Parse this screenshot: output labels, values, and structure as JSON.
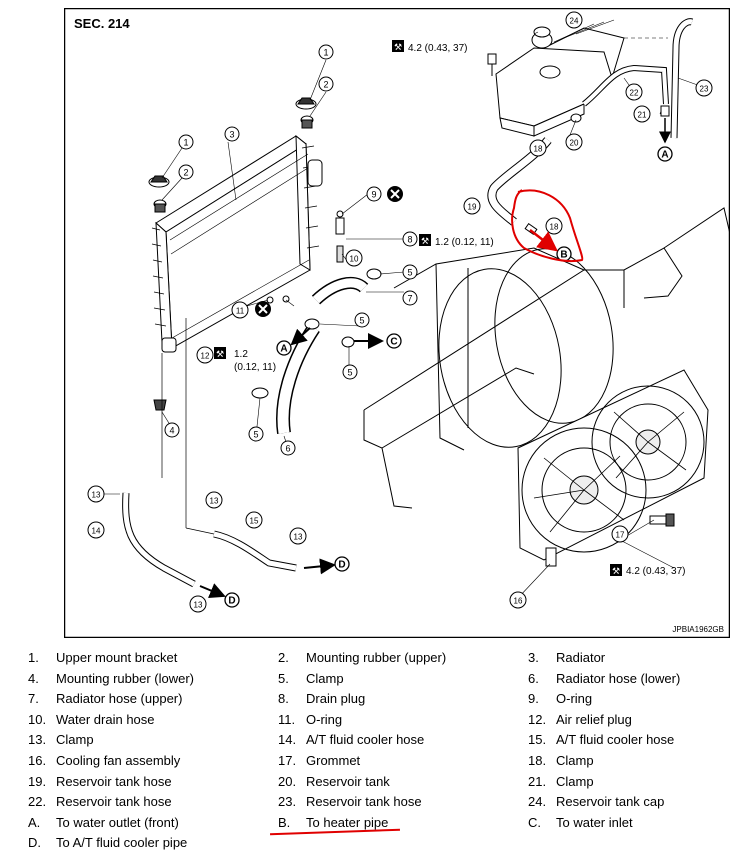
{
  "diagram": {
    "section": "SEC. 214",
    "figure_id": "JPBIA1962GB",
    "torques": {
      "cap_bolt": "4.2 (0.43, 37)",
      "drain_plug": "1.2 (0.12, 11)",
      "radiator_plug_value": "1.2",
      "radiator_plug_units": "(0.12, 11)",
      "fan_bolt": "4.2 (0.43, 37)"
    },
    "letter_markers": [
      "A",
      "B",
      "C",
      "D"
    ],
    "no_reuse_symbol": "no-reuse-icon",
    "torque_symbol": "torque-wrench-icon",
    "annotation_color": "#e00000"
  },
  "legend": {
    "rows": [
      [
        {
          "num": "1.",
          "text": "Upper mount bracket"
        },
        {
          "num": "2.",
          "text": "Mounting rubber (upper)"
        },
        {
          "num": "3.",
          "text": "Radiator"
        }
      ],
      [
        {
          "num": "4.",
          "text": "Mounting rubber (lower)"
        },
        {
          "num": "5.",
          "text": "Clamp"
        },
        {
          "num": "6.",
          "text": "Radiator hose (lower)"
        }
      ],
      [
        {
          "num": "7.",
          "text": "Radiator hose (upper)"
        },
        {
          "num": "8.",
          "text": "Drain plug"
        },
        {
          "num": "9.",
          "text": "O-ring"
        }
      ],
      [
        {
          "num": "10.",
          "text": "Water drain hose"
        },
        {
          "num": "11.",
          "text": "O-ring"
        },
        {
          "num": "12.",
          "text": "Air relief plug"
        }
      ],
      [
        {
          "num": "13.",
          "text": "Clamp"
        },
        {
          "num": "14.",
          "text": "A/T fluid cooler hose"
        },
        {
          "num": "15.",
          "text": "A/T fluid cooler hose"
        }
      ],
      [
        {
          "num": "16.",
          "text": "Cooling fan assembly"
        },
        {
          "num": "17.",
          "text": "Grommet"
        },
        {
          "num": "18.",
          "text": "Clamp"
        }
      ],
      [
        {
          "num": "19.",
          "text": "Reservoir tank hose"
        },
        {
          "num": "20.",
          "text": "Reservoir tank"
        },
        {
          "num": "21.",
          "text": "Clamp"
        }
      ],
      [
        {
          "num": "22.",
          "text": "Reservoir tank hose"
        },
        {
          "num": "23.",
          "text": "Reservoir tank hose"
        },
        {
          "num": "24.",
          "text": "Reservoir tank cap"
        }
      ],
      [
        {
          "num": "A.",
          "text": "To water outlet (front)"
        },
        {
          "num": "B.",
          "text": "To heater pipe"
        },
        {
          "num": "C.",
          "text": "To water inlet"
        }
      ],
      [
        {
          "num": "D.",
          "text": "To A/T fluid cooler pipe"
        }
      ]
    ]
  }
}
